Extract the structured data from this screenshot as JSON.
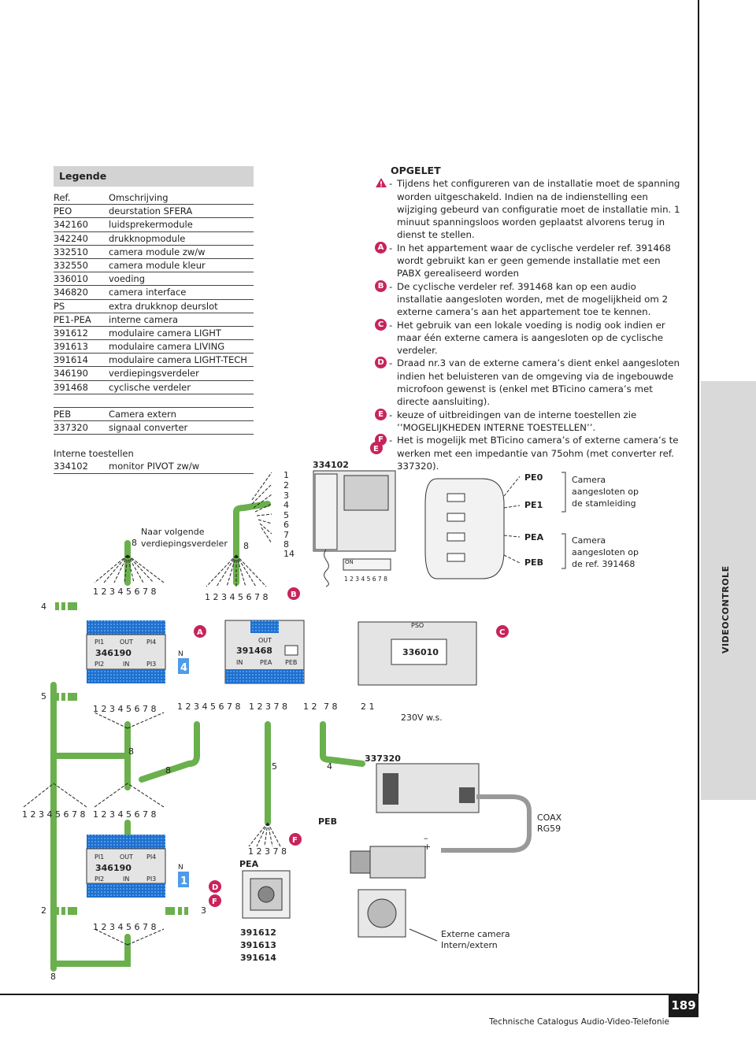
{
  "side_label": "VIDEOCONTROLE",
  "page_number": "189",
  "footer": "Technische Catalogus Audio-Video-Telefonie",
  "legend": {
    "title": "Legende",
    "header": {
      "ref": "Ref.",
      "desc": "Omschrijving"
    },
    "rows": [
      {
        "ref": "PEO",
        "desc": "deurstation SFERA"
      },
      {
        "ref": "342160",
        "desc": "luidsprekermodule"
      },
      {
        "ref": "342240",
        "desc": "drukknopmodule"
      },
      {
        "ref": "332510",
        "desc": "camera module zw/w"
      },
      {
        "ref": "332550",
        "desc": "camera module kleur"
      },
      {
        "ref": "336010",
        "desc": "voeding"
      },
      {
        "ref": "346820",
        "desc": "camera interface"
      },
      {
        "ref": "PS",
        "desc": "extra drukknop deurslot"
      },
      {
        "ref": "PE1-PEA",
        "desc": "interne camera"
      },
      {
        "ref": "391612",
        "desc": "modulaire camera LIGHT"
      },
      {
        "ref": "391613",
        "desc": "modulaire camera LIVING"
      },
      {
        "ref": "391614",
        "desc": "modulaire camera LIGHT-TECH"
      },
      {
        "ref": "346190",
        "desc": "verdiepingsverdeler"
      },
      {
        "ref": "391468",
        "desc": "cyclische verdeler"
      }
    ],
    "rows2": [
      {
        "ref": "PEB",
        "desc": "Camera extern"
      },
      {
        "ref": "337320",
        "desc": "signaal converter"
      }
    ],
    "intern_title": "Interne toestellen",
    "intern_row": {
      "ref": "334102",
      "desc": "monitor PIVOT zw/w"
    }
  },
  "opgelet": {
    "title": "OPGELET",
    "items": [
      {
        "marker": "",
        "text": "Tijdens het configureren van de installatie moet de spanning worden uitgeschakeld. Indien na de indienstelling een wijziging gebeurd van configuratie moet de installatie min. 1 minuut spanningsloos worden geplaatst alvorens terug in dienst te stellen."
      },
      {
        "marker": "A",
        "text": "In het appartement waar de cyclische verdeler ref. 391468 wordt gebruikt kan er geen gemende installatie met een PABX gerealiseerd worden"
      },
      {
        "marker": "B",
        "text": "De cyclische verdeler ref. 391468 kan op een audio installatie aangesloten worden, met de mogelijkheid om 2 externe camera’s aan het appartement toe te kennen."
      },
      {
        "marker": "C",
        "text": "Het gebruik van een lokale voeding is nodig ook indien er maar één externe camera is aangesloten op de cyclische verdeler."
      },
      {
        "marker": "D",
        "text": "Draad nr.3 van de externe camera’s dient enkel aangesloten indien het beluisteren van de omgeving via de ingebouwde microfoon gewenst is (enkel met BTicino camera’s met directe aansluiting)."
      },
      {
        "marker": "E",
        "text": "keuze of uitbreidingen van de interne toestellen  zie ’’MOGELIJKHEDEN INTERNE TOESTELLEN’’."
      },
      {
        "marker": "F",
        "text": "Het is mogelijk met BTicino camera’s of externe camera’s te werken met een impedantie van 75ohm (met converter ref. 337320)."
      }
    ]
  },
  "diagram": {
    "naar_volgende": "Naar volgende",
    "verdiepingsverdeler": "verdiepingsverdeler",
    "monitor_ref": "334102",
    "wire_numbers": [
      "1",
      "2",
      "3",
      "4",
      "5",
      "6",
      "7",
      "8",
      "14"
    ],
    "terminals_8": "1 2 3 4 5 6 7 8",
    "terminals_4": "1 2 3 7 8",
    "terminals_pair": "1 2",
    "terminals_78": "7 8",
    "terminals_21": "2 1",
    "terminals_1237": "1 2 3 7 8",
    "mains": "230V w.s.",
    "dist_ref": "346190",
    "cyc_ref": "391468",
    "psu_ref": "336010",
    "conv_ref": "337320",
    "pi1": "PI1",
    "pi2": "PI2",
    "pi3": "PI3",
    "pi4": "PI4",
    "out": "OUT",
    "in": "IN",
    "pea": "PEA",
    "peb": "PEB",
    "pso": "PSO",
    "n": "N",
    "floor_4": "4",
    "floor_1": "1",
    "on": "ON",
    "dip": "1 2 3 4 5 6 7 8",
    "cam_refs": [
      "391612",
      "391613",
      "391614"
    ],
    "pe0": "PE0",
    "pe1": "PE1",
    "cam_stam": [
      "Camera",
      "aangesloten op",
      "de stamleiding"
    ],
    "cam_ref": [
      "Camera",
      "aangesloten op",
      "de ref. 391468"
    ],
    "coax": [
      "COAX",
      "RG59"
    ],
    "ext_cam": [
      "Externe camera",
      "Intern/extern"
    ],
    "num": {
      "n8": "8",
      "n4": "4",
      "n5": "5",
      "n2": "2",
      "n3": "3"
    },
    "markers": [
      "A",
      "B",
      "C",
      "D",
      "E",
      "F"
    ],
    "plus": "+",
    "minus": "–"
  },
  "colors": {
    "accent": "#c8235c",
    "wire": "#6ab04c",
    "legend_header": "#d3d3d3"
  }
}
